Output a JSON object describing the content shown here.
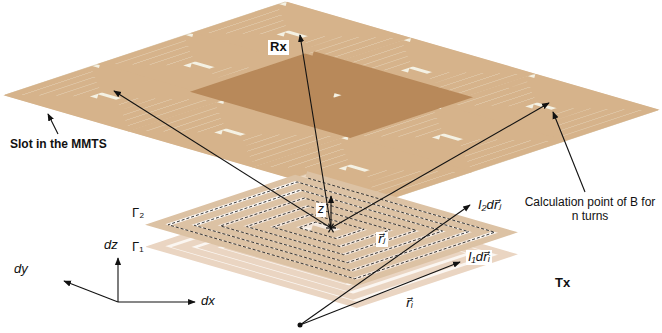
{
  "diagram": {
    "labels": [
      "Rx",
      "Slot in the MMTS",
      "Calculation point of B for n turns",
      "Γ₂",
      "z",
      "I₂dr⃗ⱼ",
      "Γ₁",
      "r⃗ⱼ",
      "I₁dr⃗ᵢ",
      "r⃗ᵢ",
      "Tx",
      "dy",
      "dz",
      "dx"
    ]
  }
}
